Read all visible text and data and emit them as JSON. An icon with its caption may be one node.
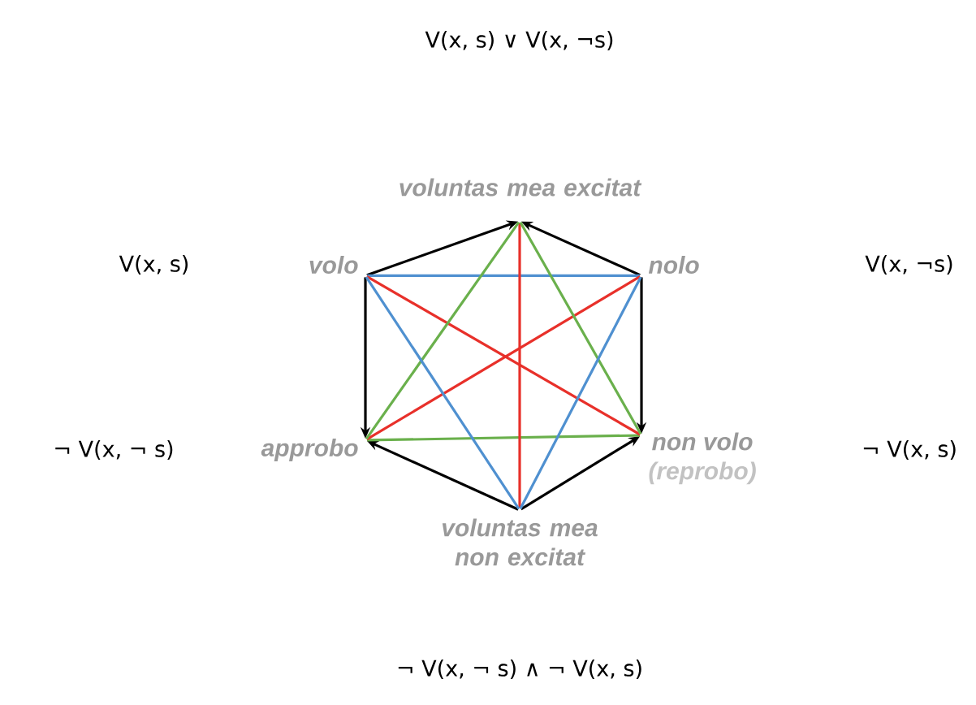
{
  "diagram": {
    "nodes": [
      {
        "text": [
          "voluntas mea excitat"
        ]
      },
      {
        "text": [
          "volo"
        ]
      },
      {
        "text": [
          "nolo"
        ]
      },
      {
        "text": [
          "approbo"
        ]
      },
      {
        "text": [
          "non volo",
          "(reprobo)"
        ]
      },
      {
        "text": [
          "voluntas mea non excitat"
        ]
      }
    ],
    "labels": [
      "V(x, s) ∨ V(x, ¬s)",
      "V(x, s)",
      "V(x, ¬s)",
      "¬ V(x, ¬ s)",
      "¬ V(x, s)",
      "¬ V(x, ¬ s) ∧ ¬ V(x, s)"
    ],
    "edges": [
      {
        "from": 1,
        "to": 0,
        "arrow": "to"
      },
      {
        "from": 2,
        "to": 0,
        "arrow": "to"
      },
      {
        "from": 1,
        "to": 3,
        "arrow": "to"
      },
      {
        "from": 2,
        "to": 4,
        "arrow": "to"
      },
      {
        "from": 5,
        "to": 3,
        "arrow": "to"
      },
      {
        "from": 5,
        "to": 4,
        "arrow": "to"
      },
      {
        "from": 1,
        "to": 2,
        "arrow": "none",
        "color": "#4f90d0"
      },
      {
        "from": 3,
        "to": 4,
        "arrow": "none",
        "color": "#6ab04c"
      },
      {
        "from": 1,
        "to": 4,
        "arrow": "none",
        "color": "#e8302a"
      },
      {
        "from": 2,
        "to": 3,
        "arrow": "none",
        "color": "#e8302a"
      },
      {
        "from": 0,
        "to": 5,
        "arrow": "none",
        "color": "#e8302a"
      },
      {
        "from": 0,
        "to": 3,
        "arrow": "none",
        "color": "#6ab04c"
      },
      {
        "from": 0,
        "to": 4,
        "arrow": "none",
        "color": "#6ab04c"
      },
      {
        "from": 1,
        "to": 5,
        "arrow": "none",
        "color": "#4f90d0"
      },
      {
        "from": 2,
        "to": 5,
        "arrow": "none",
        "color": "#4f90d0"
      }
    ]
  }
}
